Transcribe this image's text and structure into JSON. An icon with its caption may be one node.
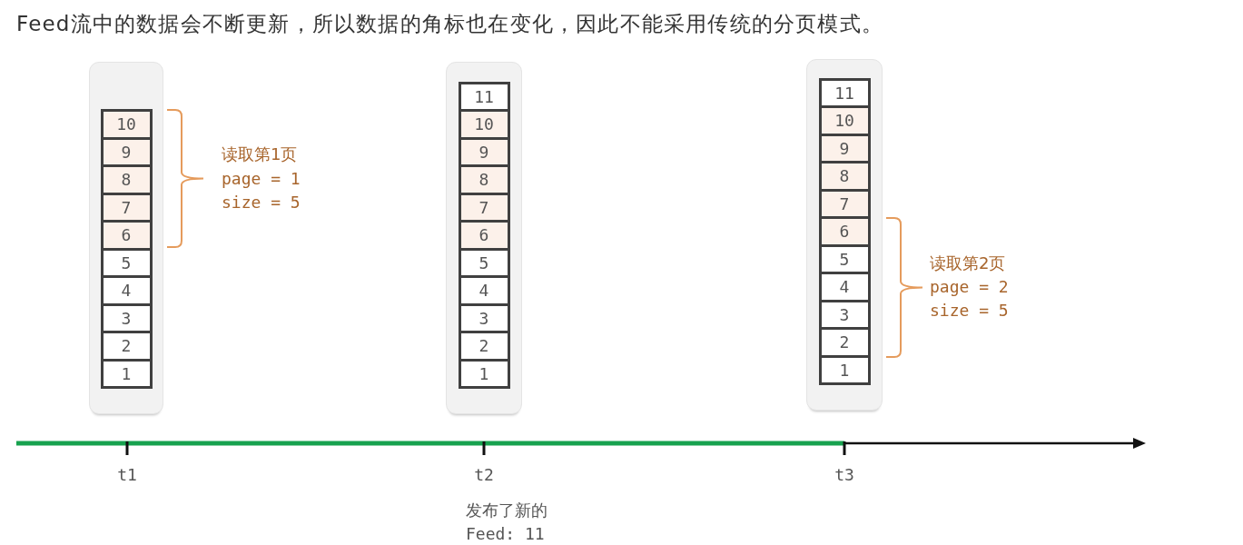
{
  "diagram": {
    "title": "Feed流中的数据会不断更新，所以数据的角标也在变化，因此不能采用传统的分页模式。",
    "nodes": [
      {
        "text": [],
        "shape": "box"
      },
      {
        "text": [
          "10"
        ],
        "in": 0
      },
      {
        "text": [
          "9"
        ],
        "in": 0
      },
      {
        "text": [
          "8"
        ],
        "in": 0
      },
      {
        "text": [
          "7"
        ],
        "in": 0
      },
      {
        "text": [
          "6"
        ],
        "in": 0
      },
      {
        "text": [
          "5"
        ],
        "in": 0
      },
      {
        "text": [
          "4"
        ],
        "in": 0
      },
      {
        "text": [
          "3"
        ],
        "in": 0
      },
      {
        "text": [
          "2"
        ],
        "in": 0
      },
      {
        "text": [
          "1"
        ],
        "in": 0
      },
      {
        "text": [],
        "shape": "box"
      },
      {
        "text": [
          "11"
        ],
        "in": 11
      },
      {
        "text": [
          "10"
        ],
        "in": 11
      },
      {
        "text": [
          "9"
        ],
        "in": 11
      },
      {
        "text": [
          "8"
        ],
        "in": 11
      },
      {
        "text": [
          "7"
        ],
        "in": 11
      },
      {
        "text": [
          "6"
        ],
        "in": 11
      },
      {
        "text": [
          "5"
        ],
        "in": 11
      },
      {
        "text": [
          "4"
        ],
        "in": 11
      },
      {
        "text": [
          "3"
        ],
        "in": 11
      },
      {
        "text": [
          "2"
        ],
        "in": 11
      },
      {
        "text": [
          "1"
        ],
        "in": 11
      },
      {
        "text": [],
        "shape": "box"
      },
      {
        "text": [
          "11"
        ],
        "in": 23
      },
      {
        "text": [
          "10"
        ],
        "in": 23
      },
      {
        "text": [
          "9"
        ],
        "in": 23
      },
      {
        "text": [
          "8"
        ],
        "in": 23
      },
      {
        "text": [
          "7"
        ],
        "in": 23
      },
      {
        "text": [
          "6"
        ],
        "in": 23
      },
      {
        "text": [
          "5"
        ],
        "in": 23
      },
      {
        "text": [
          "4"
        ],
        "in": 23
      },
      {
        "text": [
          "3"
        ],
        "in": 23
      },
      {
        "text": [
          "2"
        ],
        "in": 23
      },
      {
        "text": [
          "1"
        ],
        "in": 23
      }
    ],
    "labels": [
      "读取第1页",
      "page = 1",
      "size = 5",
      "读取第2页",
      "page = 2",
      "size = 5",
      "t1",
      "t2",
      "t3",
      "发布了新的",
      "Feed: 11"
    ]
  }
}
